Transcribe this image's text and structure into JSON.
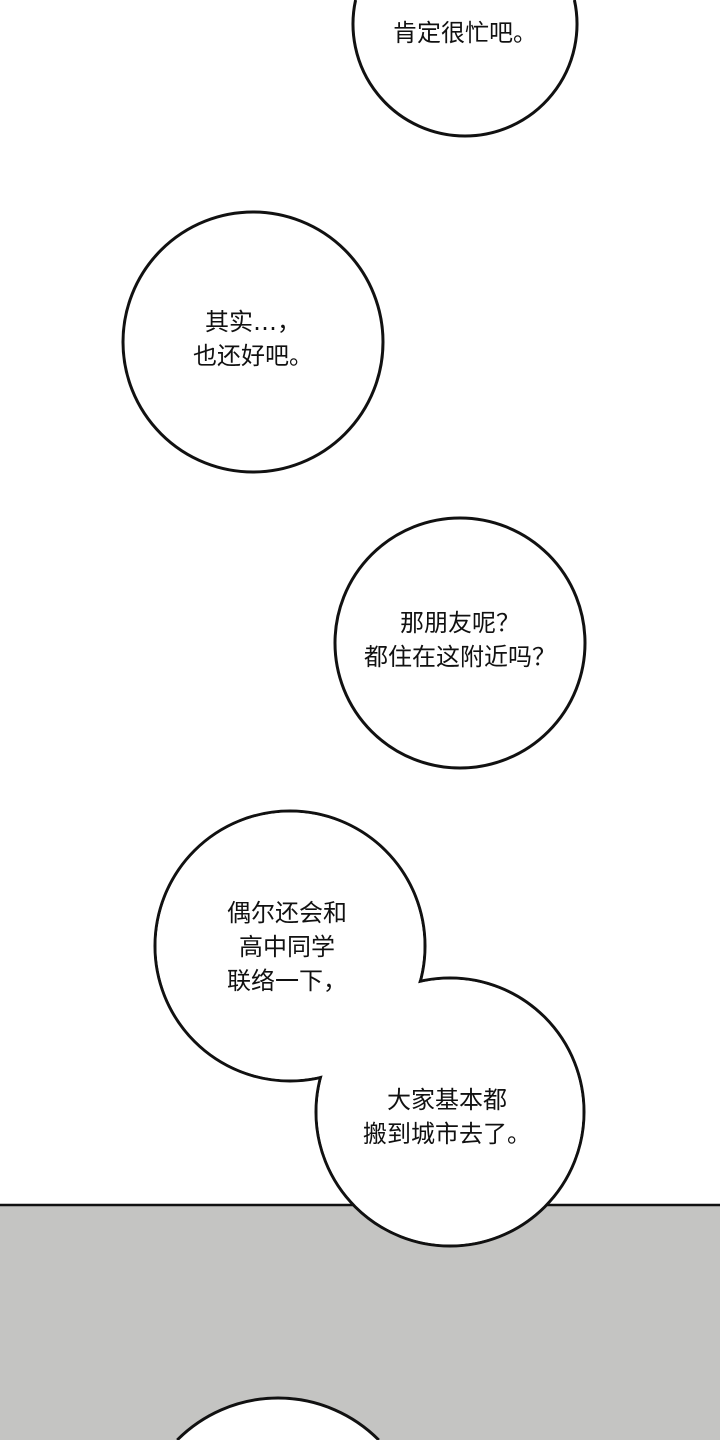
{
  "colors": {
    "panel": "#c4c4c2",
    "stroke": "#111111",
    "bubble": "#ffffff"
  },
  "bubbles": [
    {
      "lines": [
        "肯定很忙吧。"
      ]
    },
    {
      "lines": [
        "其实…，",
        "也还好吧。"
      ]
    },
    {
      "lines": [
        "那朋友呢？",
        "都住在这附近吗？"
      ]
    },
    {
      "lines": [
        "偶尔还会和",
        "高中同学",
        "联络一下，"
      ]
    },
    {
      "lines": [
        "大家基本都",
        "搬到城市去了。"
      ]
    }
  ]
}
